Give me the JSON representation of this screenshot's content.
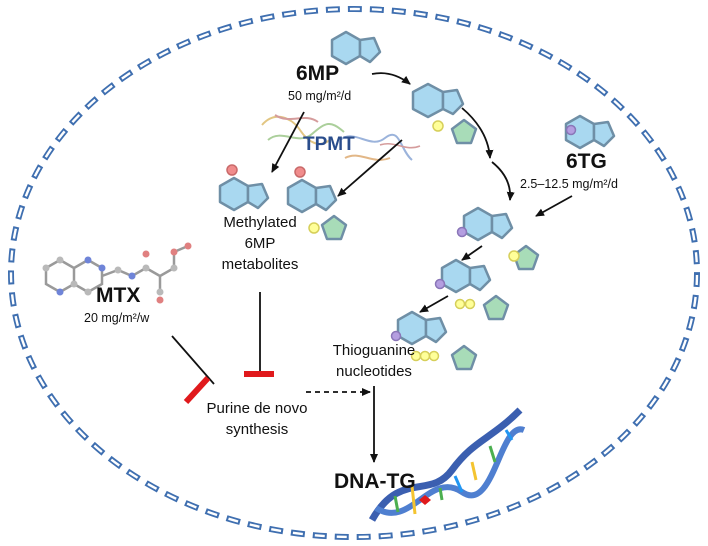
{
  "drugs": {
    "mp": {
      "name": "6MP",
      "dose": "50 mg/m²/d"
    },
    "tg": {
      "name": "6TG",
      "dose": "2.5–12.5 mg/m²/d"
    },
    "mtx": {
      "name": "MTX",
      "dose": "20 mg/m²/w"
    }
  },
  "enzyme": "TPMT",
  "labels": {
    "methylated": [
      "Methylated",
      "6MP",
      "metabolites"
    ],
    "thioguanine": [
      "Thioguanine",
      "nucleotides"
    ],
    "purine": [
      "Purine de novo",
      "synthesis"
    ],
    "dna": "DNA-TG"
  },
  "colors": {
    "cell_border": "#3f6fb0",
    "hexagon_fill": "#a9d8f0",
    "hexagon_stroke": "#6f8fa6",
    "pentagon_fill": "#a8dcb8",
    "inhibit": "#e0191c",
    "dot_red": "#f08c8c",
    "dot_yellow": "#ffff99",
    "dot_purple": "#b49ee0"
  }
}
